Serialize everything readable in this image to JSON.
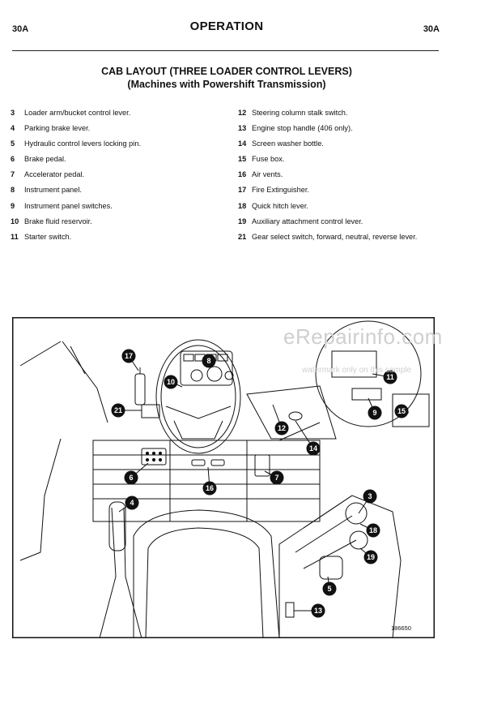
{
  "header": {
    "page_left": "30A",
    "title": "OPERATION",
    "page_right": "30A"
  },
  "section": {
    "title_line1": "CAB LAYOUT (THREE LOADER CONTROL LEVERS)",
    "title_line2": "(Machines with Powershift Transmission)"
  },
  "legend": {
    "left": [
      {
        "num": "3",
        "text": "Loader arm/bucket control lever."
      },
      {
        "num": "4",
        "text": "Parking brake lever."
      },
      {
        "num": "5",
        "text": "Hydraulic control levers locking pin."
      },
      {
        "num": "6",
        "text": "Brake pedal."
      },
      {
        "num": "7",
        "text": "Accelerator pedal."
      },
      {
        "num": "8",
        "text": "Instrument panel."
      },
      {
        "num": "9",
        "text": "Instrument panel switches."
      },
      {
        "num": "10",
        "text": "Brake fluid reservoir."
      },
      {
        "num": "11",
        "text": "Starter switch."
      }
    ],
    "right": [
      {
        "num": "12",
        "text": "Steering column stalk switch."
      },
      {
        "num": "13",
        "text": "Engine stop handle (406 only)."
      },
      {
        "num": "14",
        "text": "Screen washer bottle."
      },
      {
        "num": "15",
        "text": "Fuse box."
      },
      {
        "num": "16",
        "text": "Air vents."
      },
      {
        "num": "17",
        "text": "Fire Extinguisher."
      },
      {
        "num": "18",
        "text": "Quick hitch lever."
      },
      {
        "num": "19",
        "text": "Auxiliary attachment control lever."
      },
      {
        "num": "21",
        "text": "Gear select switch, forward, neutral, reverse lever."
      }
    ]
  },
  "figure": {
    "code": "186650",
    "callouts": [
      "17",
      "8",
      "10",
      "11",
      "21",
      "12",
      "9",
      "15",
      "14",
      "6",
      "7",
      "16",
      "3",
      "4",
      "18",
      "19",
      "5",
      "13"
    ]
  },
  "watermark": {
    "line1": "eRepairinfo.com",
    "line2": "watermark only on this sample"
  }
}
